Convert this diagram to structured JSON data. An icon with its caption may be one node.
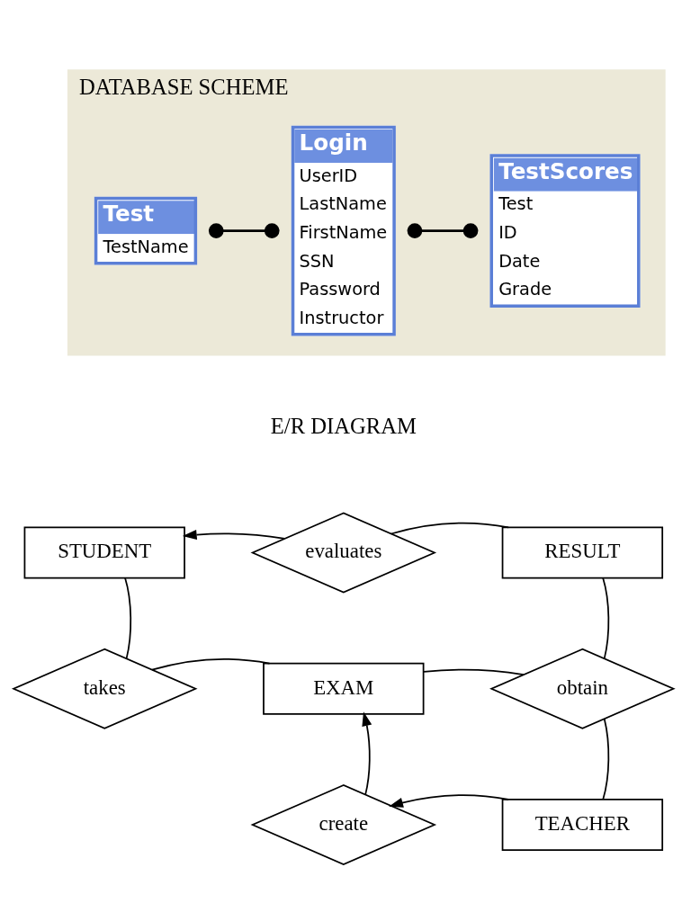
{
  "diagram": {
    "nodes": [
      {
        "text": [
          "DATABASE SCHEME"
        ]
      },
      {
        "text": [
          "Test",
          "TestName"
        ],
        "in": 0
      },
      {
        "text": [
          "Login",
          "UserID",
          "LastName",
          "FirstName",
          "SSN",
          "Password",
          "Instructor"
        ],
        "in": 0
      },
      {
        "text": [
          "TestScores",
          "Test",
          "ID",
          "Date",
          "Grade"
        ],
        "in": 0
      },
      {
        "text": [
          "STUDENT"
        ]
      },
      {
        "text": [
          "evaluates"
        ]
      },
      {
        "text": [
          "RESULT"
        ]
      },
      {
        "text": [
          "takes"
        ]
      },
      {
        "text": [
          "EXAM"
        ]
      },
      {
        "text": [
          "obtain"
        ]
      },
      {
        "text": [
          "create"
        ]
      },
      {
        "text": [
          "TEACHER"
        ]
      }
    ],
    "edges": [
      {
        "from": 1,
        "to": 2,
        "arrow": "other"
      },
      {
        "from": 2,
        "to": 3,
        "arrow": "other"
      },
      {
        "from": 5,
        "to": 4,
        "arrow": "to"
      },
      {
        "from": 6,
        "to": 5,
        "arrow": "none"
      },
      {
        "from": 4,
        "to": 7,
        "arrow": "none"
      },
      {
        "from": 7,
        "to": 8,
        "arrow": "none"
      },
      {
        "from": 8,
        "to": 9,
        "arrow": "none"
      },
      {
        "from": 6,
        "to": 9,
        "arrow": "none"
      },
      {
        "from": 9,
        "to": 11,
        "arrow": "none"
      },
      {
        "from": 10,
        "to": 8,
        "arrow": "to"
      },
      {
        "from": 11,
        "to": 10,
        "arrow": "to"
      }
    ],
    "labels": [
      "E/R DIAGRAM"
    ]
  }
}
